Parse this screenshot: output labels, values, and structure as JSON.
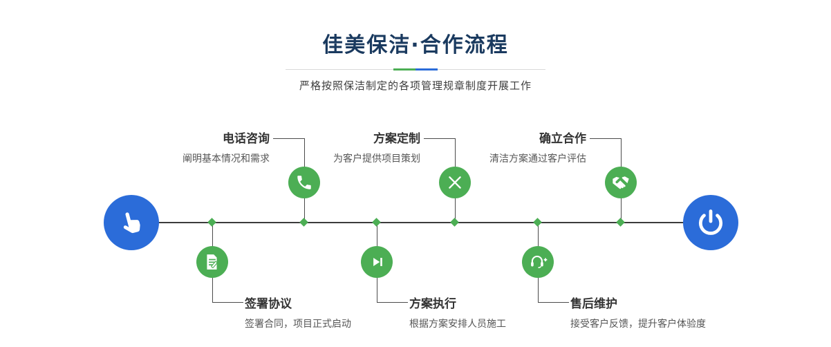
{
  "header": {
    "title": "佳美保洁·合作流程",
    "subtitle": "严格按照保洁制定的各项管理规章制度开展工作"
  },
  "colors": {
    "title_navy": "#1a3a5f",
    "accent_green": "#4cae54",
    "accent_blue": "#2b6cd9",
    "line_gray": "#4a4a4a",
    "divider_gray": "#d9d9d9"
  },
  "timeline": {
    "start": {
      "icon": "pointing-hand-icon"
    },
    "end": {
      "icon": "power-icon"
    },
    "steps_top": [
      {
        "label": "电话咨询",
        "desc": "阐明基本情况和需求",
        "icon": "phone-icon"
      },
      {
        "label": "方案定制",
        "desc": "为客户提供项目策划",
        "icon": "design-tools-icon"
      },
      {
        "label": "确立合作",
        "desc": "清洁方案通过客户评估",
        "icon": "handshake-icon"
      }
    ],
    "steps_bottom": [
      {
        "label": "签署协议",
        "desc": "签署合同，项目正式启动",
        "icon": "contract-icon"
      },
      {
        "label": "方案执行",
        "desc": "根据方案安排人员施工",
        "icon": "play-execute-icon"
      },
      {
        "label": "售后维护",
        "desc": "接受客户反馈，提升客户体验度",
        "icon": "headset-support-icon"
      }
    ]
  }
}
